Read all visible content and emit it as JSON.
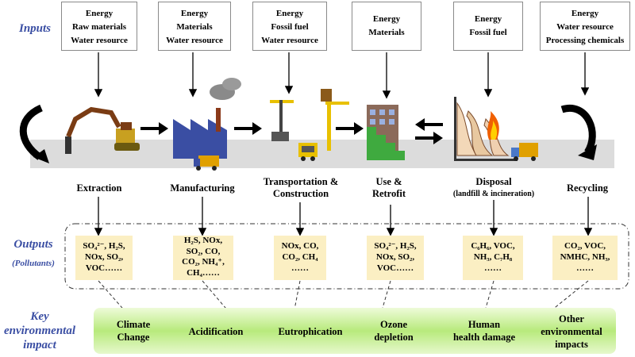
{
  "labels": {
    "inputs": "Inputs",
    "outputs": "Outputs",
    "pollutants": "(Pollutants)",
    "key_impact": [
      "Key",
      "environmental",
      "impact"
    ]
  },
  "inputs": [
    [
      "Energy",
      "Raw materials",
      "Water resource"
    ],
    [
      "Energy",
      "Materials",
      "Water resource"
    ],
    [
      "Energy",
      "Fossil fuel",
      "Water resource"
    ],
    [
      "Energy",
      "Materials"
    ],
    [
      "Energy",
      "Fossil fuel"
    ],
    [
      "Energy",
      "Water resource",
      "Processing chemicals"
    ]
  ],
  "stages": [
    {
      "label": "Extraction"
    },
    {
      "label": "Manufacturing"
    },
    {
      "label": "Transportation & Construction"
    },
    {
      "label": "Use & Retrofit"
    },
    {
      "label": "Disposal",
      "sub": "(landfill & incineration)"
    },
    {
      "label": "Recycling"
    }
  ],
  "pollutants": [
    [
      "SO₄²⁻, H₂S,",
      "NOx, SO₂,",
      "VOC……"
    ],
    [
      "H₂S, NOx,",
      "SO₂, CO,",
      "CO₂, NH₄⁺,",
      "CH₄……"
    ],
    [
      "NOx, CO,",
      "CO₂, CH₄",
      "……"
    ],
    [
      "SO₄²⁻, H₂S,",
      "NOx, SO₂,",
      "VOC……"
    ],
    [
      "C₆H₆, VOC,",
      "NH₃, C₇H₈",
      "……"
    ],
    [
      "CO₂, VOC,",
      "NMHC, NH₃,",
      "……"
    ]
  ],
  "impacts": [
    [
      "Climate",
      "Change"
    ],
    [
      "Acidification"
    ],
    [
      "Eutrophication"
    ],
    [
      "Ozone",
      "depletion"
    ],
    [
      "Human",
      "health damage"
    ],
    [
      "Other",
      "environmental",
      "impacts"
    ]
  ],
  "colors": {
    "label_blue": "#3a4ea3",
    "pollutant_bg": "#fbefc3",
    "impact_green": "#c8ee9a",
    "road_gray": "#dcdcdc"
  }
}
